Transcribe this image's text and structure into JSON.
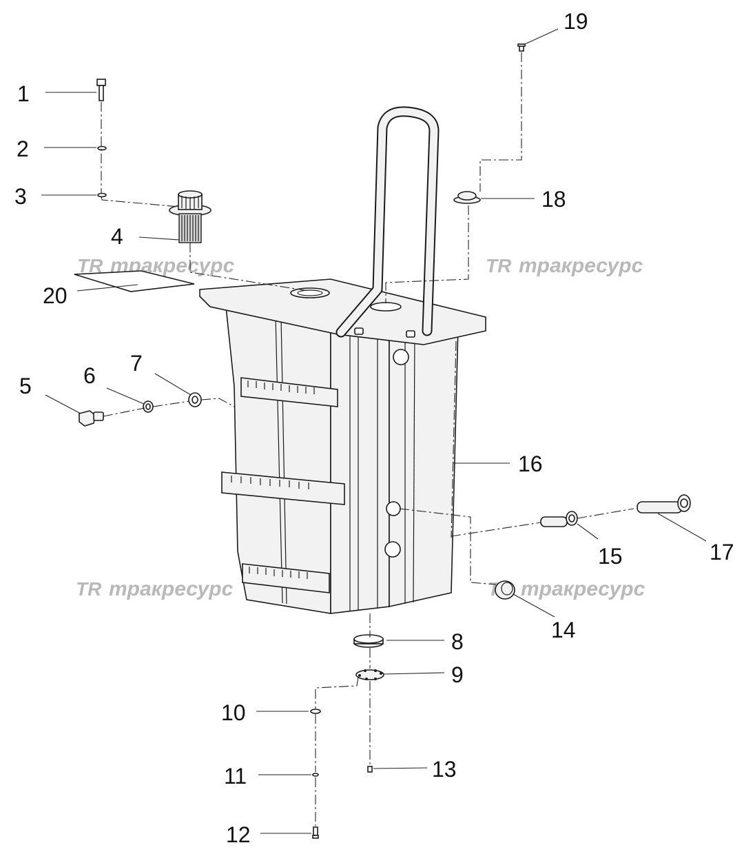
{
  "diagram": {
    "callouts": [
      "1",
      "2",
      "3",
      "4",
      "5",
      "6",
      "7",
      "8",
      "9",
      "10",
      "11",
      "12",
      "13",
      "14",
      "15",
      "16",
      "17",
      "18",
      "19",
      "20"
    ],
    "watermark": {
      "logo": "TR",
      "text": "тракресурс"
    },
    "colors": {
      "line": "#1a1a1a",
      "part_fill": "#f2f2f2",
      "watermark": "#b9b9b9"
    }
  }
}
